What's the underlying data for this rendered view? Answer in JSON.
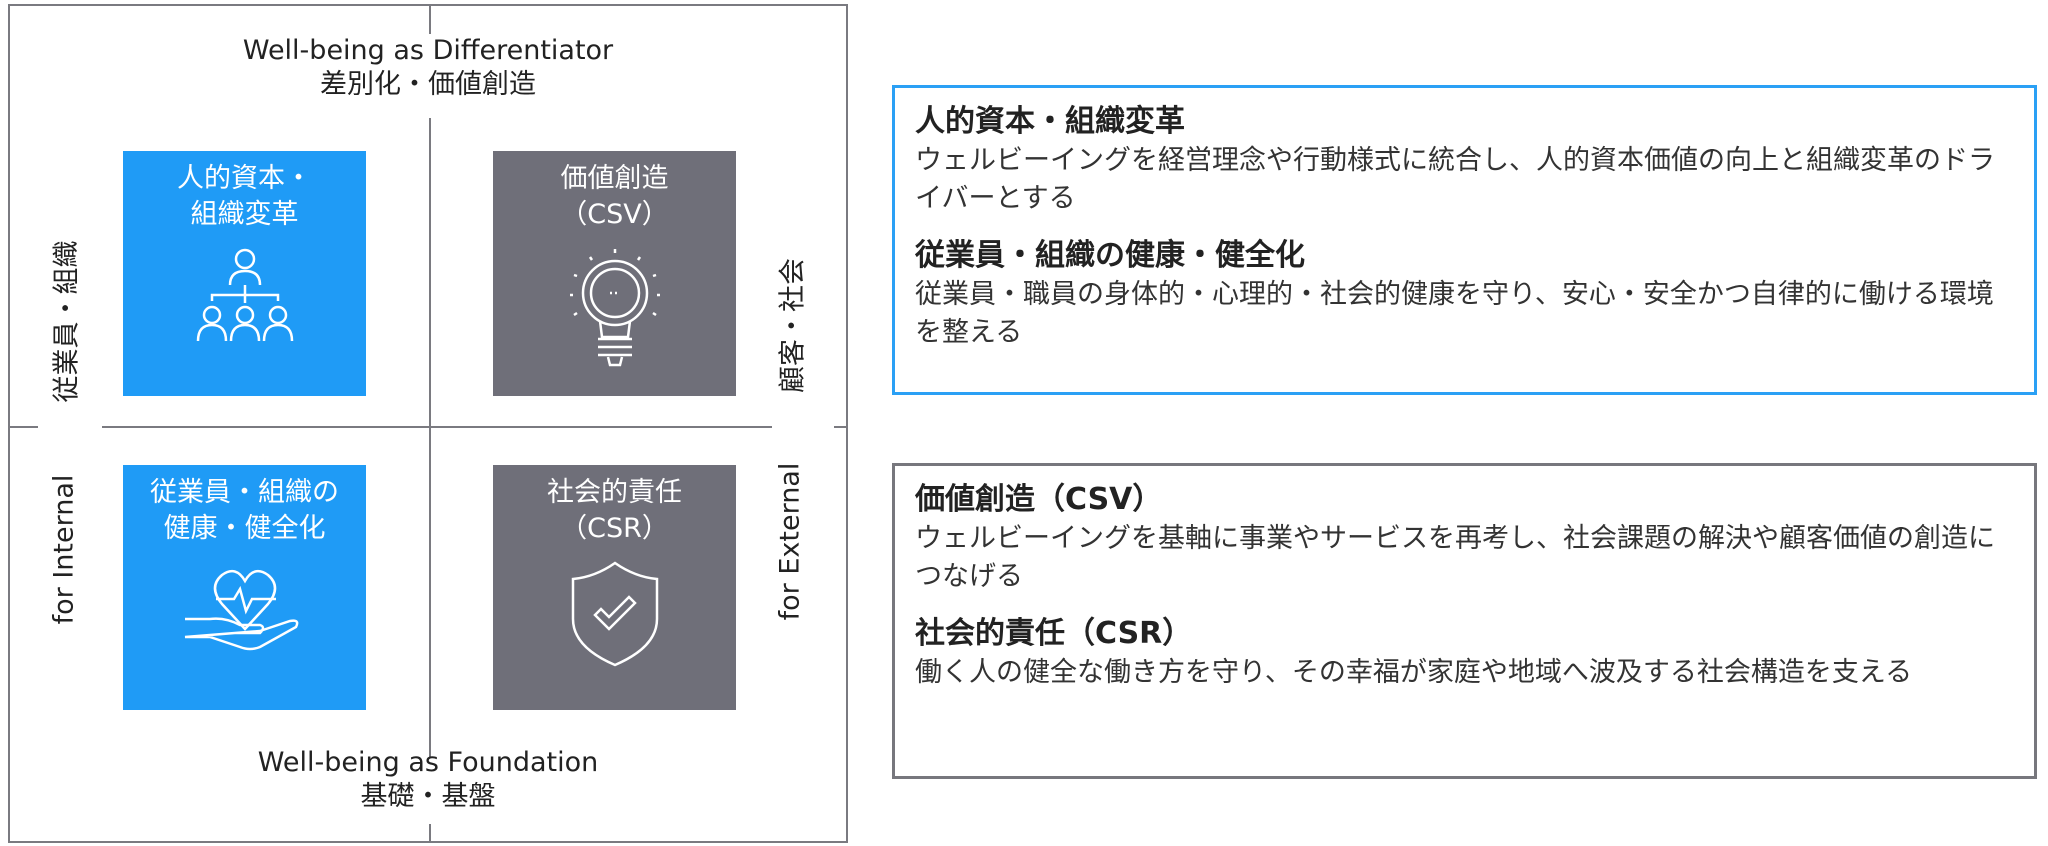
{
  "matrix": {
    "top_title_en": "Well-being as Differentiator",
    "top_title_ja": "差別化・価値創造",
    "bottom_title_en": "Well-being as Foundation",
    "bottom_title_ja": "基礎・基盤",
    "left_label_ja": "従業員・組織",
    "left_label_en": "for Internal",
    "right_label_ja": "顧客・社会",
    "right_label_en": "for External",
    "tiles": [
      {
        "line1": "人的資本・",
        "line2": "組織変革",
        "icon": "org-chart-icon",
        "color": "#1f9bf6"
      },
      {
        "line1": "価値創造",
        "line2": "（CSV）",
        "icon": "lightbulb-icon",
        "color": "#6f6f79"
      },
      {
        "line1": "従業員・組織の",
        "line2": "健康・健全化",
        "icon": "heart-hand-icon",
        "color": "#1f9bf6"
      },
      {
        "line1": "社会的責任",
        "line2": "（CSR）",
        "icon": "shield-check-icon",
        "color": "#6f6f79"
      }
    ]
  },
  "cards": [
    {
      "items": [
        {
          "heading": "人的資本・組織変革",
          "body": "ウェルビーイングを経営理念や行動様式に統合し、人的資本価値の向上と組織変革のドライバーとする"
        },
        {
          "heading": "従業員・組織の健康・健全化",
          "body": "従業員・職員の身体的・心理的・社会的健康を守り、安心・安全かつ自律的に働ける環境を整える"
        }
      ]
    },
    {
      "items": [
        {
          "heading": "価値創造（CSV）",
          "body": "ウェルビーイングを基軸に事業やサービスを再考し、社会課題の解決や顧客価値の創造につなげる"
        },
        {
          "heading": "社会的責任（CSR）",
          "body": "働く人の健全な働き方を守り、その幸福が家庭や地域へ波及する社会構造を支える"
        }
      ]
    }
  ]
}
